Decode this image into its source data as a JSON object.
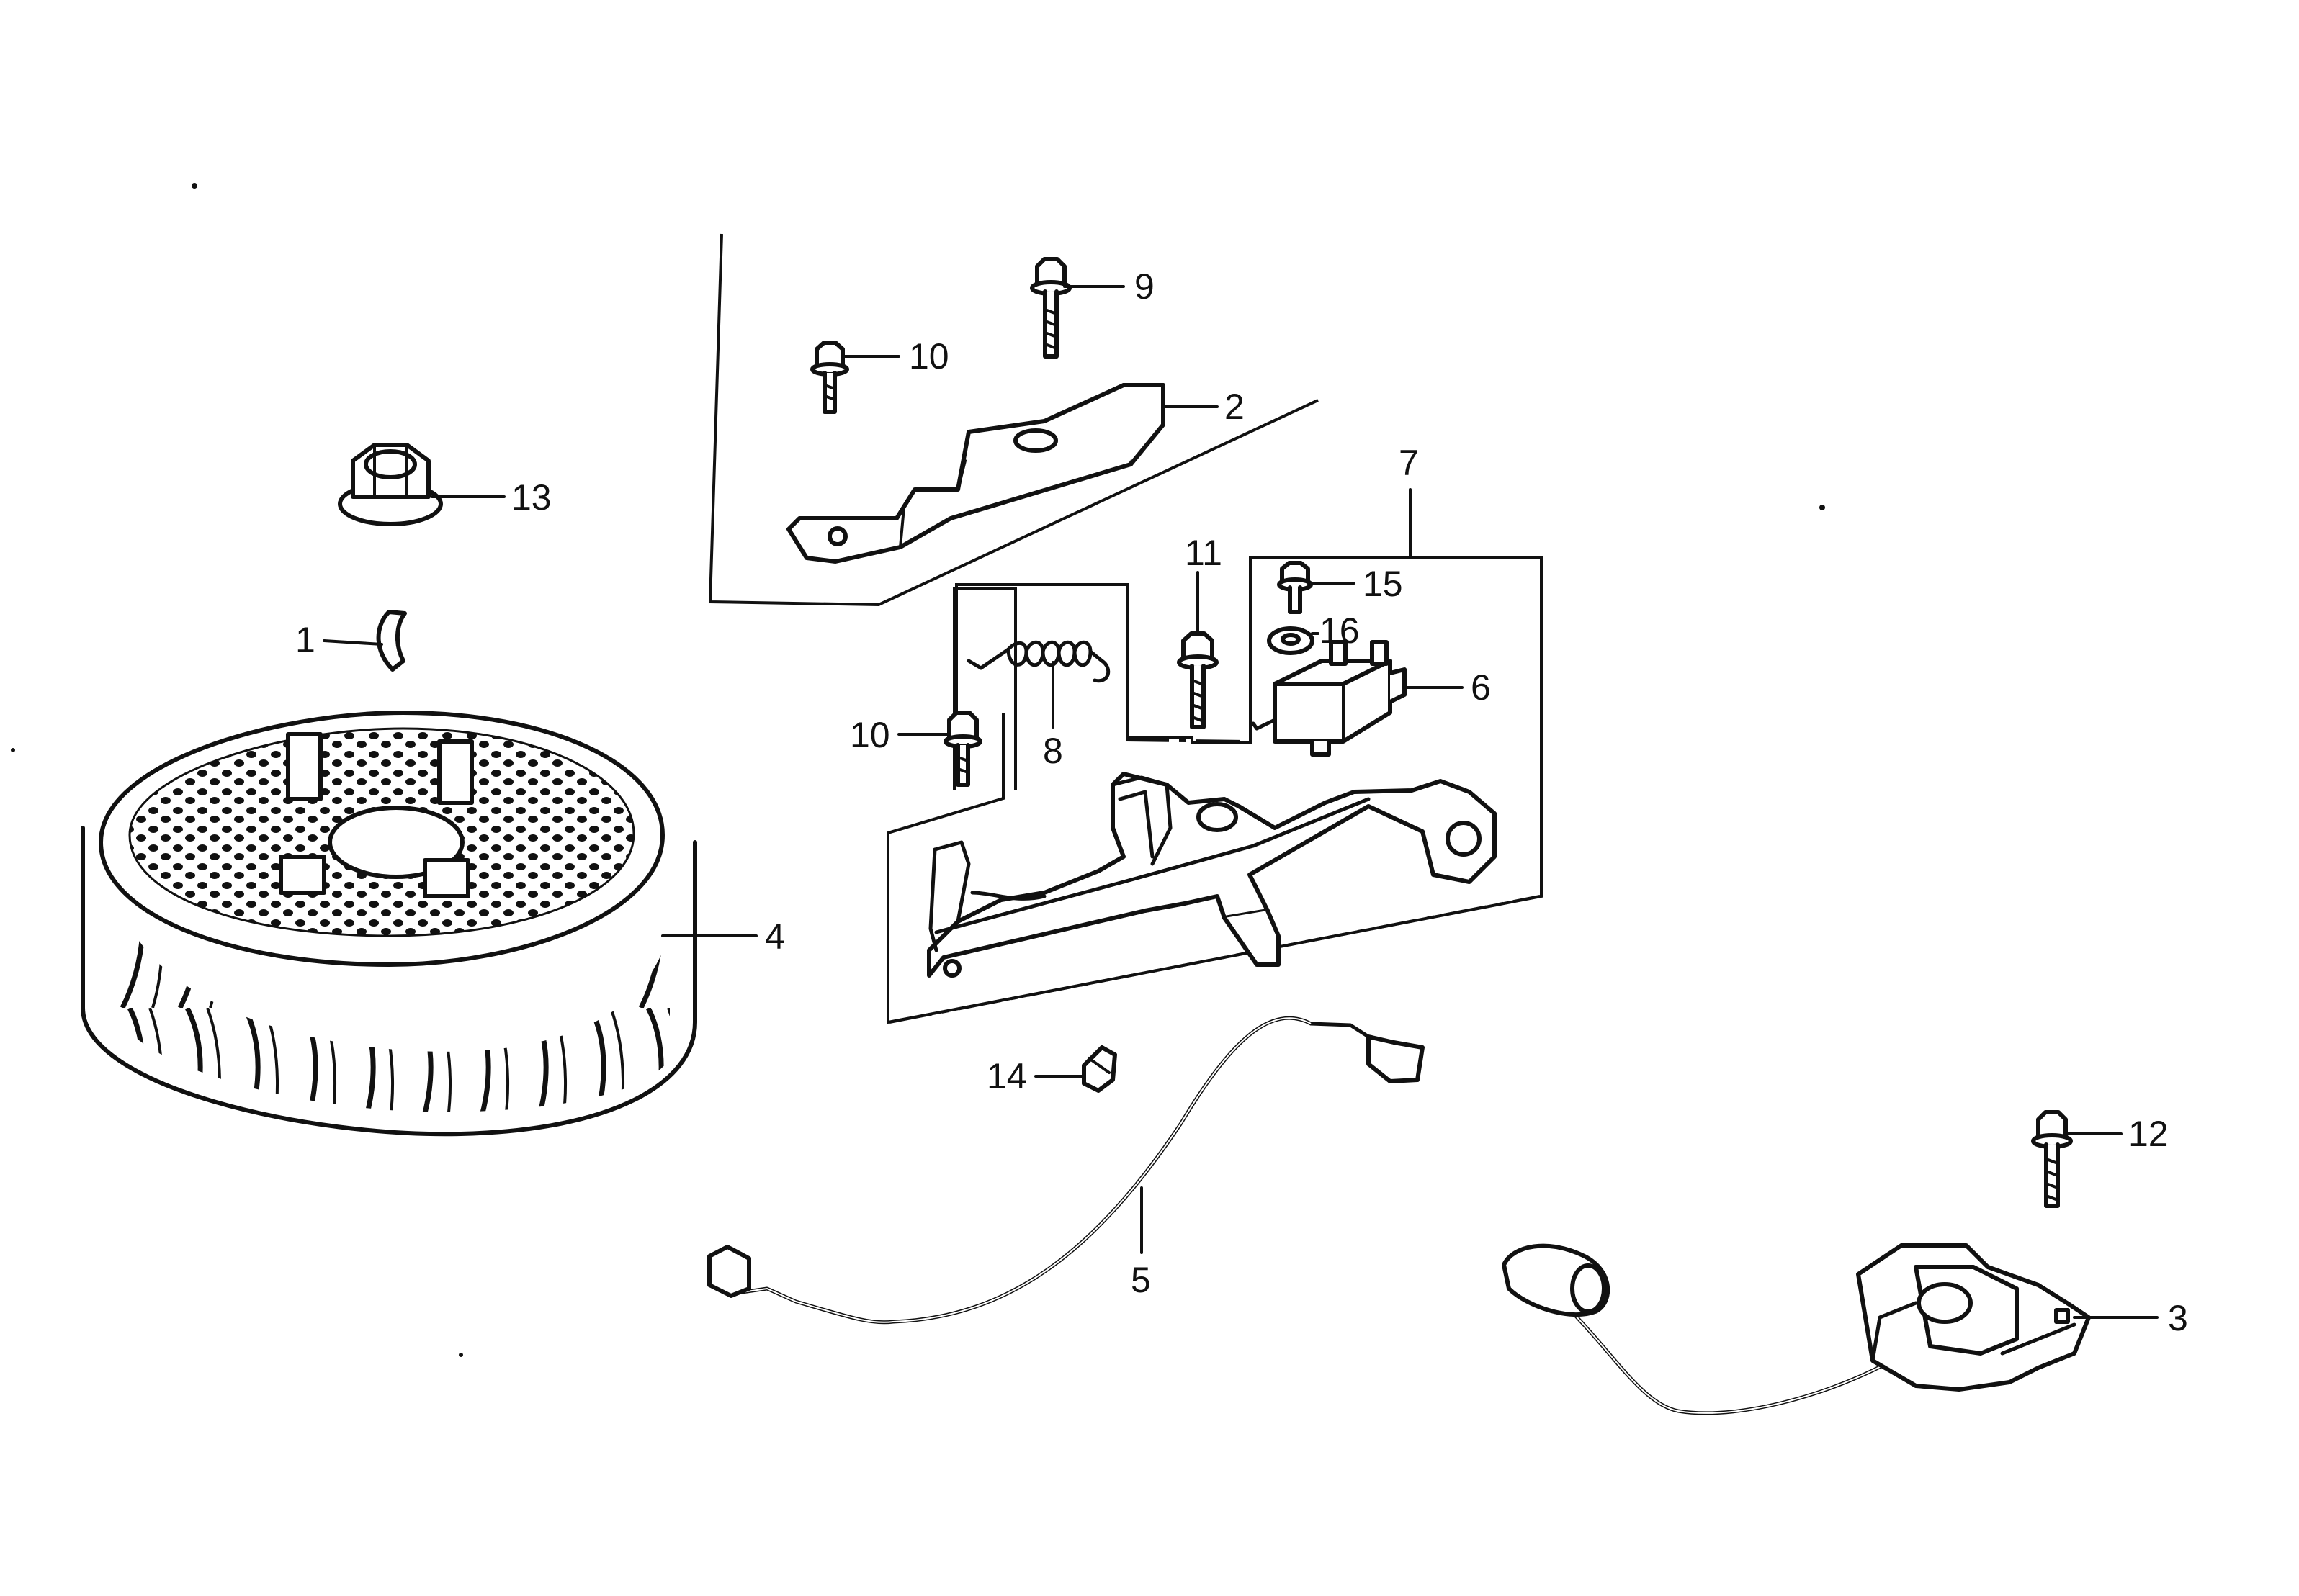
{
  "diagram": {
    "callouts": [
      {
        "id": "1",
        "text": "1"
      },
      {
        "id": "2",
        "text": "2"
      },
      {
        "id": "3",
        "text": "3"
      },
      {
        "id": "4",
        "text": "4"
      },
      {
        "id": "5",
        "text": "5"
      },
      {
        "id": "6",
        "text": "6"
      },
      {
        "id": "7",
        "text": "7"
      },
      {
        "id": "8",
        "text": "8"
      },
      {
        "id": "9",
        "text": "9"
      },
      {
        "id": "10a",
        "text": "10"
      },
      {
        "id": "10b",
        "text": "10"
      },
      {
        "id": "11",
        "text": "11"
      },
      {
        "id": "12",
        "text": "12"
      },
      {
        "id": "13",
        "text": "13"
      },
      {
        "id": "14",
        "text": "14"
      },
      {
        "id": "15",
        "text": "15"
      },
      {
        "id": "16",
        "text": "16"
      }
    ],
    "parts": [
      {
        "callout": "1",
        "icon": "woodruff-key-icon"
      },
      {
        "callout": "2",
        "icon": "brake-shoe-icon"
      },
      {
        "callout": "3",
        "icon": "ignition-coil-icon"
      },
      {
        "callout": "4",
        "icon": "flywheel-icon"
      },
      {
        "callout": "5",
        "icon": "wire-lead-icon"
      },
      {
        "callout": "6",
        "icon": "switch-icon"
      },
      {
        "callout": "7",
        "icon": "brake-arm-assembly-icon"
      },
      {
        "callout": "8",
        "icon": "spring-icon"
      },
      {
        "callout": "9",
        "icon": "bolt-icon"
      },
      {
        "callout": "10",
        "icon": "bolt-icon"
      },
      {
        "callout": "11",
        "icon": "bolt-icon"
      },
      {
        "callout": "12",
        "icon": "bolt-icon"
      },
      {
        "callout": "13",
        "icon": "flange-nut-icon"
      },
      {
        "callout": "14",
        "icon": "wire-clip-icon"
      },
      {
        "callout": "15",
        "icon": "screw-icon"
      },
      {
        "callout": "16",
        "icon": "washer-icon"
      }
    ],
    "colors": {
      "ink": "#111111",
      "paper": "#ffffff"
    }
  }
}
